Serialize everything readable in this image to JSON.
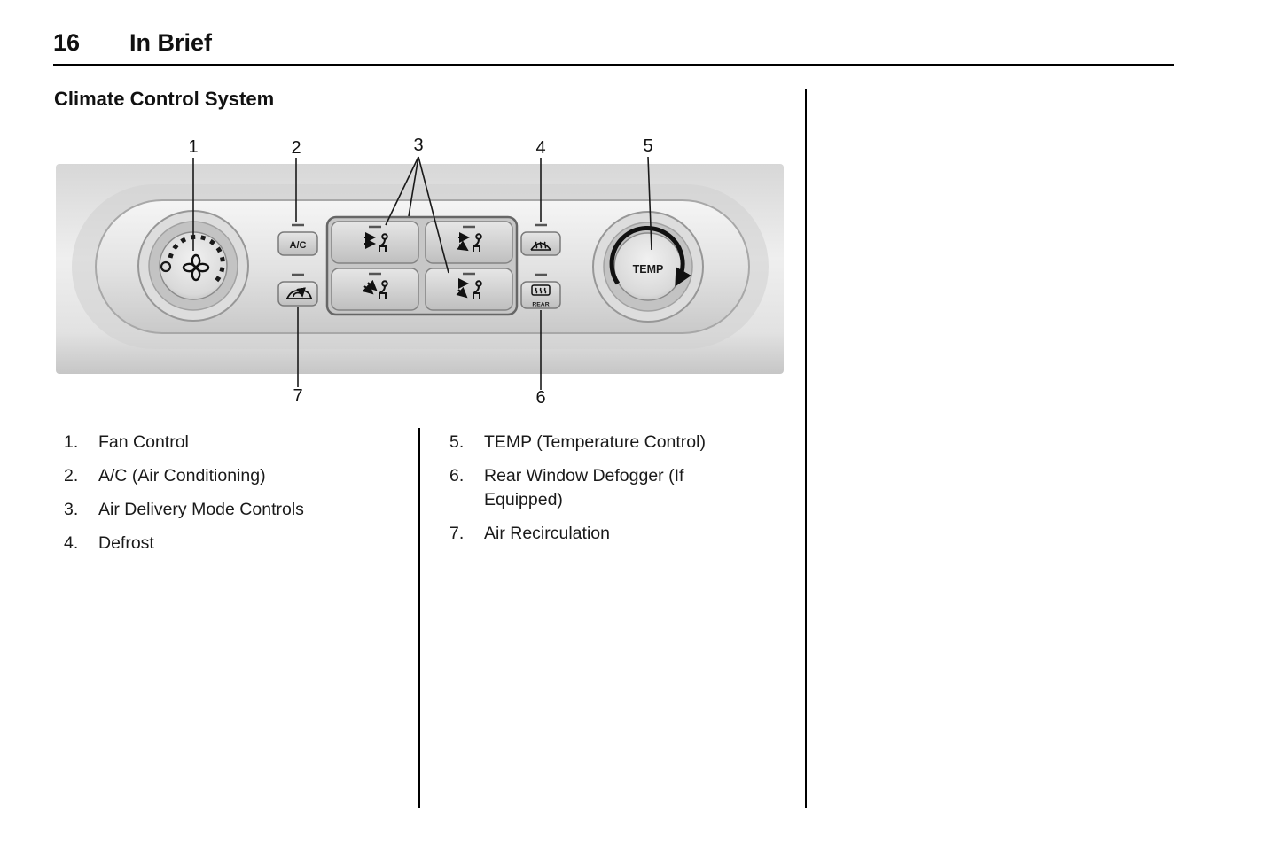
{
  "page": {
    "number": "16",
    "chapter": "In Brief",
    "section_title": "Climate Control System"
  },
  "diagram": {
    "callouts": [
      "1",
      "2",
      "3",
      "4",
      "5",
      "6",
      "7"
    ],
    "labels": {
      "ac_button": "A/C",
      "temp_knob": "TEMP",
      "rear_button": "REAR"
    },
    "icons": [
      "fan-icon",
      "power-off-icon",
      "air-recirculation-icon",
      "vent-face-icon",
      "vent-bilevel-icon",
      "vent-floor-icon",
      "vent-floor-defrost-icon",
      "defrost-front-icon",
      "defrost-rear-icon",
      "temp-arc-icon"
    ],
    "colors": {
      "panel_light": "#ececec",
      "panel_mid": "#d6d6d6",
      "line": "#1a1a1a"
    }
  },
  "legend": {
    "left": [
      {
        "num": "1.",
        "text": "Fan Control"
      },
      {
        "num": "2.",
        "text": "A/C (Air Conditioning)"
      },
      {
        "num": "3.",
        "text": "Air Delivery Mode Controls"
      },
      {
        "num": "4.",
        "text": "Defrost"
      }
    ],
    "right": [
      {
        "num": "5.",
        "text": "TEMP (Temperature Control)"
      },
      {
        "num": "6.",
        "text": "Rear Window Defogger (If Equipped)"
      },
      {
        "num": "7.",
        "text": "Air Recirculation"
      }
    ]
  }
}
